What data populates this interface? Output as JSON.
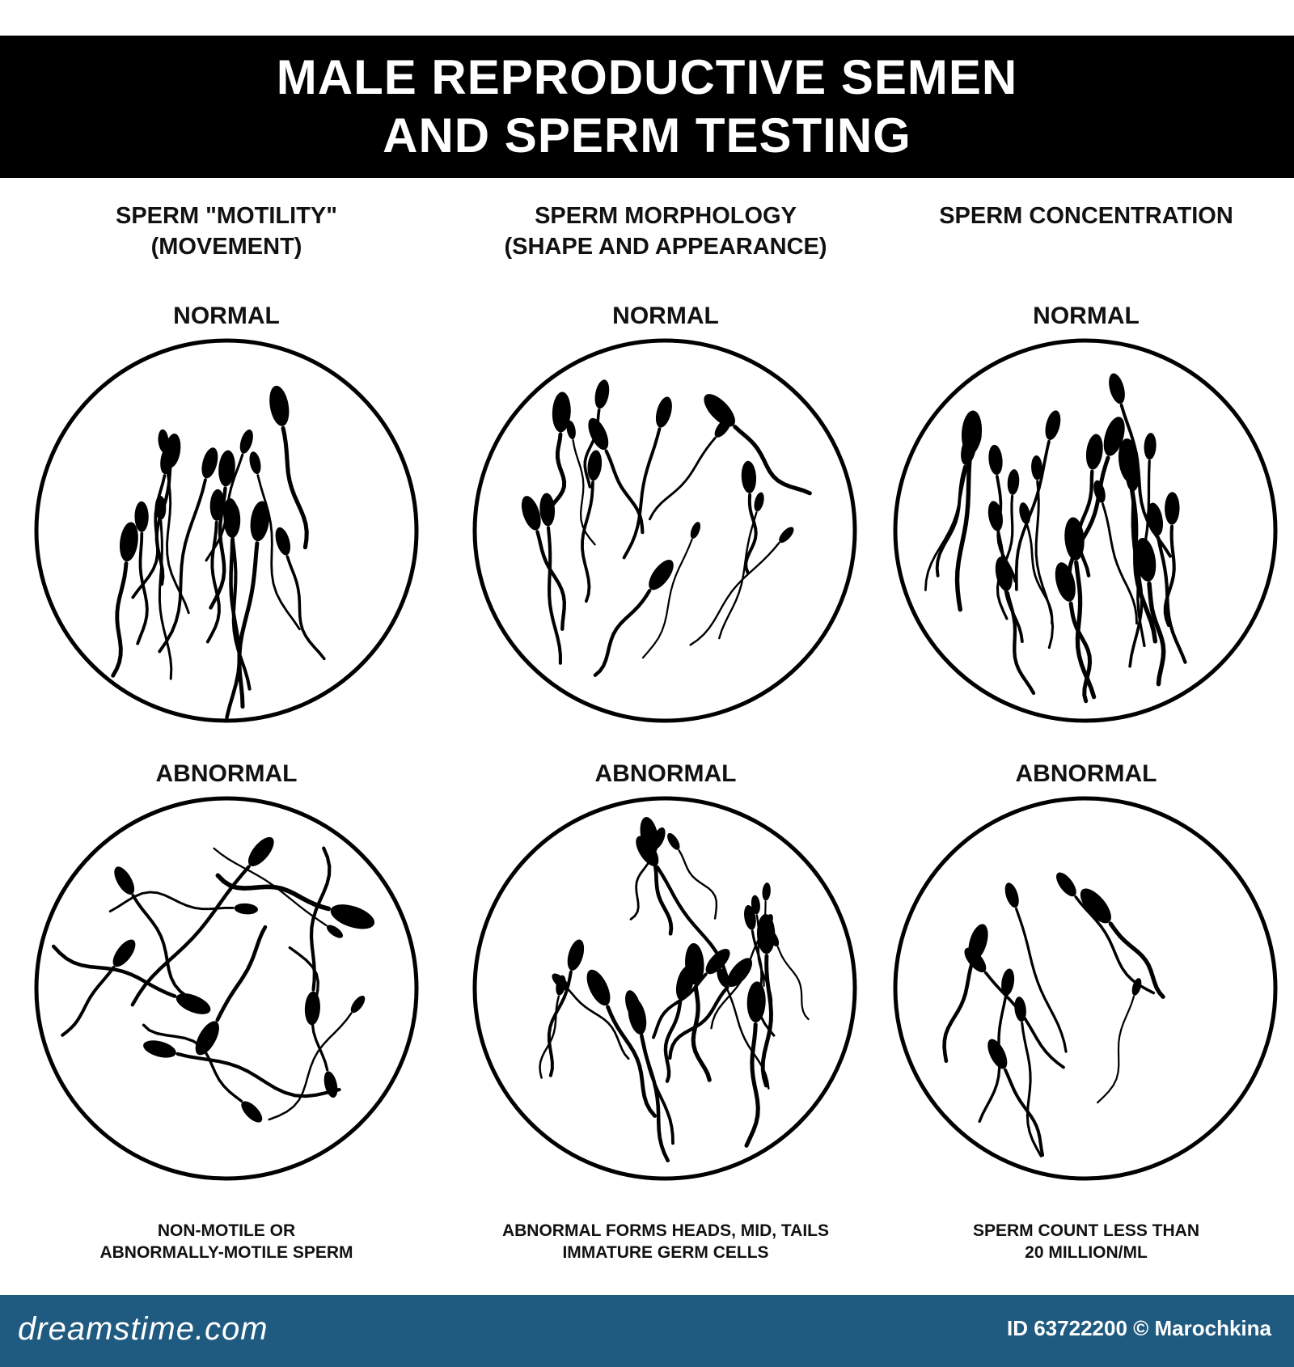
{
  "header": {
    "title_line1": "MALE REPRODUCTIVE SEMEN",
    "title_line2": "AND SPERM TESTING"
  },
  "columns": [
    {
      "title_line1": "SPERM \"MOTILITY\"",
      "title_line2": "(MOVEMENT)",
      "normal_label": "NORMAL",
      "abnormal_label": "ABNORMAL",
      "caption_line1": "NON-MOTILE OR",
      "caption_line2": "ABNORMALLY-MOTILE SPERM"
    },
    {
      "title_line1": "SPERM MORPHOLOGY",
      "title_line2": "(SHAPE AND APPEARANCE)",
      "normal_label": "NORMAL",
      "abnormal_label": "ABNORMAL",
      "caption_line1": "ABNORMAL FORMS HEADS, MID, TAILS",
      "caption_line2": "IMMATURE GERM CELLS"
    },
    {
      "title_line1": "SPERM CONCENTRATION",
      "title_line2": "",
      "normal_label": "NORMAL",
      "abnormal_label": "ABNORMAL",
      "caption_line1": "SPERM COUNT LESS THAN",
      "caption_line2": "20 MILLION/ML"
    }
  ],
  "footer": {
    "brand": "dreamstime.com",
    "credit": "ID 63722200 © Marochkina"
  }
}
